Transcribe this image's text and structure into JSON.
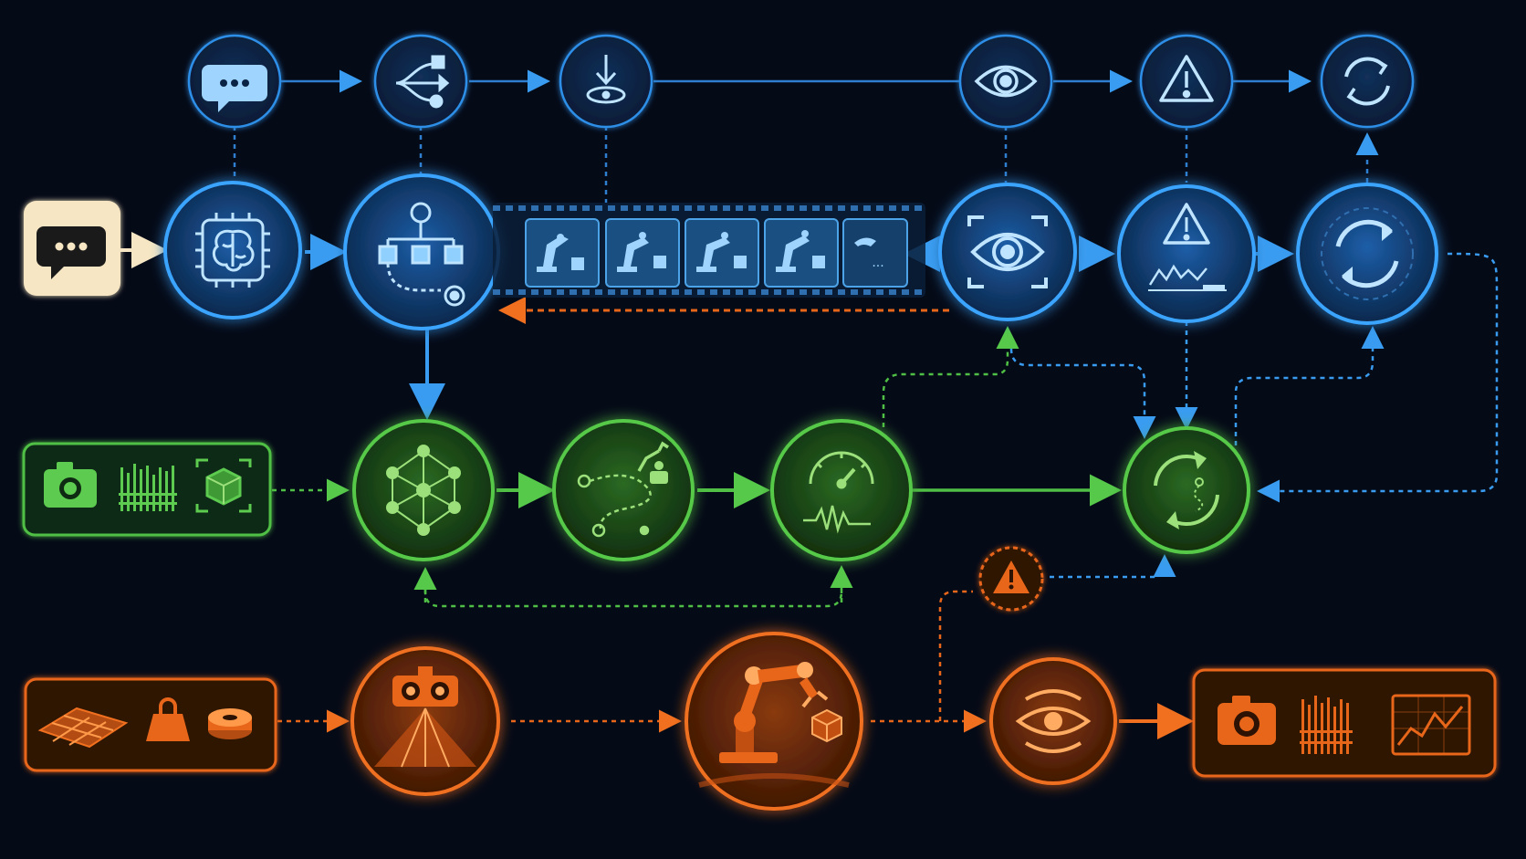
{
  "colors": {
    "background": "#050a17",
    "blue": "#2f8fe8",
    "blue_light": "#8fd0ff",
    "green": "#46b53c",
    "green_light": "#9be07a",
    "orange": "#e8661a",
    "orange_light": "#ffab62",
    "cream": "#f6e6c3"
  },
  "rows": {
    "top": [
      "chat-bubble-icon",
      "branch-icon",
      "download-target-icon",
      "eye-icon",
      "warning-icon",
      "refresh-icon"
    ],
    "planning": [
      "brain-chip-icon",
      "task-graph-icon",
      "robot-arm-filmstrip",
      "eye-scan-icon",
      "warning-chart-icon",
      "cycle-icon"
    ],
    "learning": [
      "sensor-panel",
      "neural-network-icon",
      "trajectory-icon",
      "gauge-waveform-icon",
      "adaptive-loop-icon"
    ],
    "physical": [
      "terrain-weight-disk-panel",
      "sensor-head-icon",
      "robot-arm-icon",
      "signal-icon",
      "camera-pointcloud-chart-panel"
    ]
  },
  "filmstrip": {
    "frames": 5,
    "last_frame_text": "..."
  }
}
